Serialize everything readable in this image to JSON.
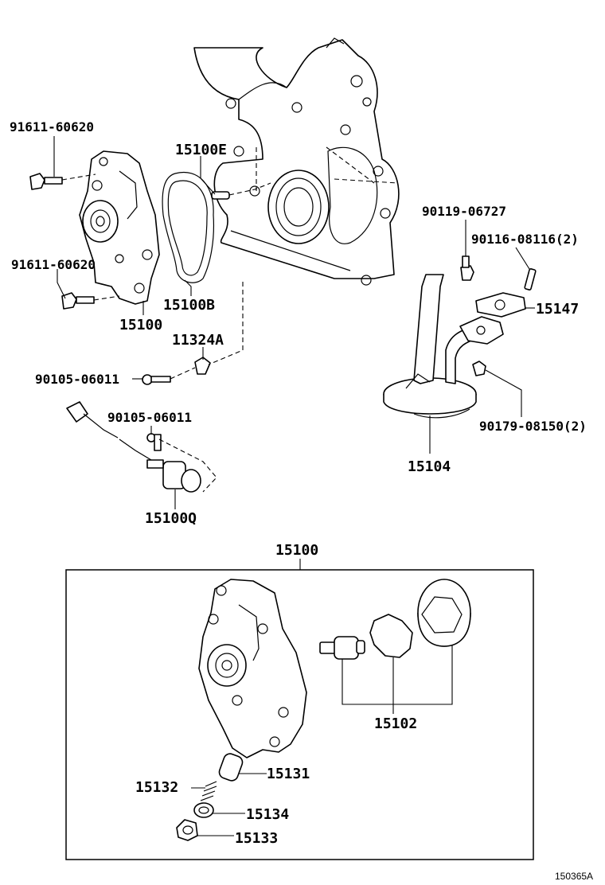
{
  "labels": {
    "bolt_top": "91611-60620",
    "bolt_bottom": "91611-60620",
    "dowel_pin": "15100E",
    "gasket": "15100B",
    "pump_assembly": "15100",
    "plug": "11324A",
    "screw_plug": "90105-06011",
    "sensor_screw": "90105-06011",
    "sensor": "15100Q",
    "strainer_bolt": "90119-06727",
    "stud": "90116-08116(2)",
    "strainer_gasket": "15147",
    "strainer_nut": "90179-08150(2)",
    "strainer": "15104",
    "box_title": "15100",
    "rotor_set": "15102",
    "relief_valve": "15131",
    "spring": "15132",
    "washer": "15134",
    "relief_plug": "15133",
    "figure_id": "150365A"
  }
}
